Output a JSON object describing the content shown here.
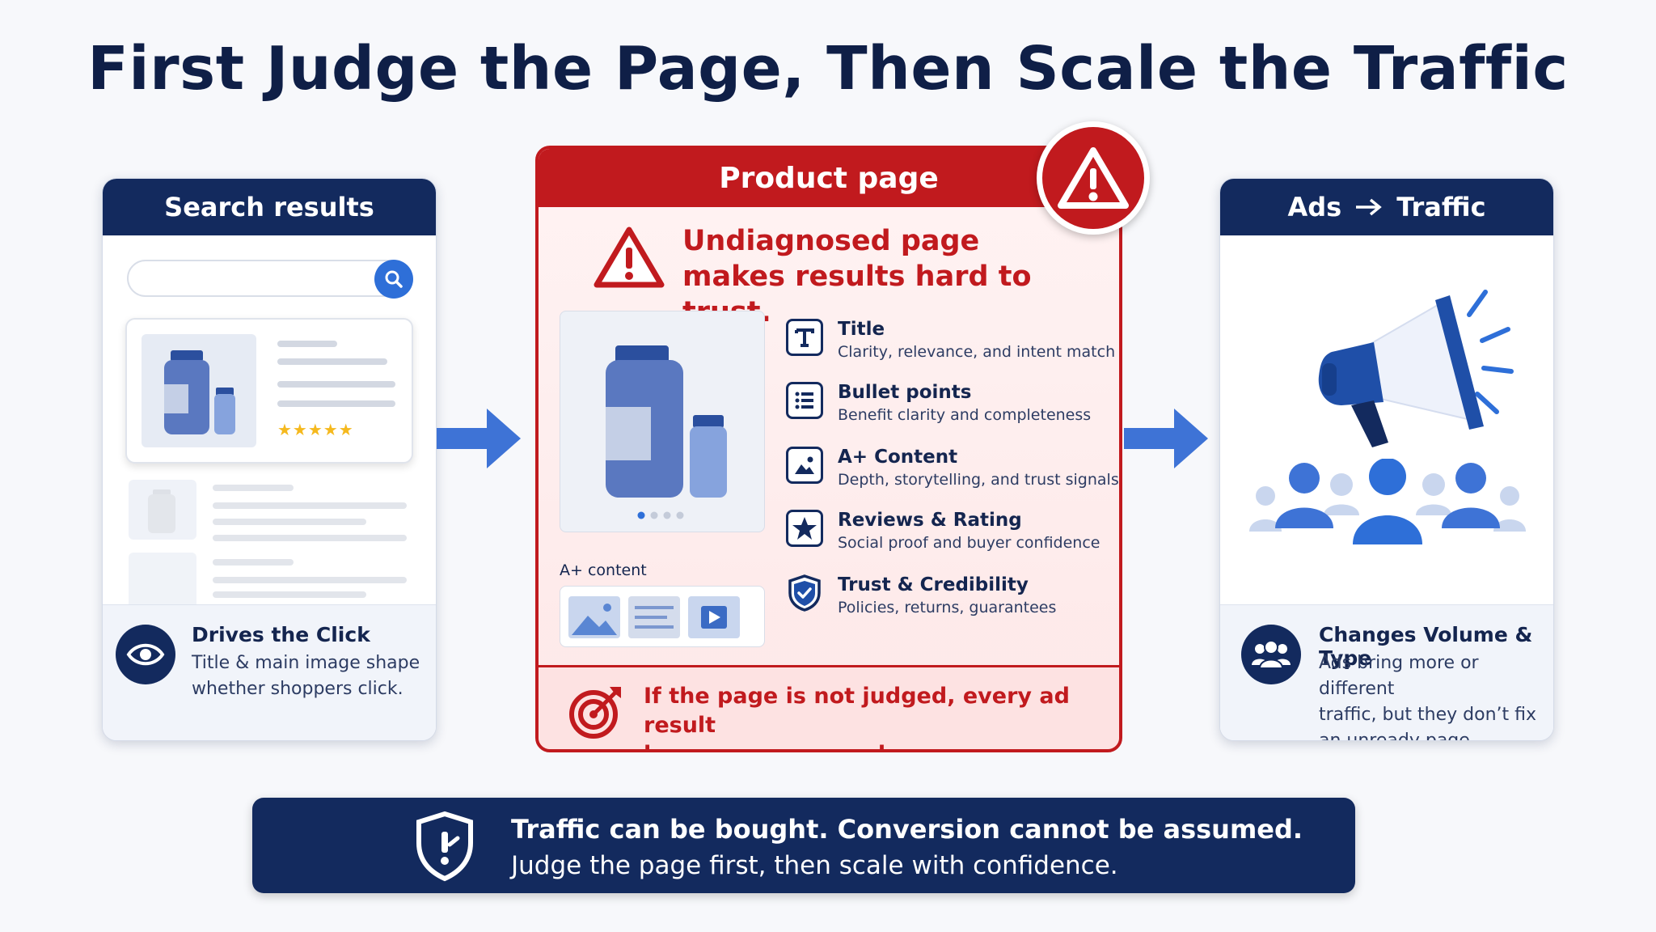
{
  "title": "First Judge the Page, Then Scale the Traffic",
  "search_card": {
    "header": "Search results",
    "stars": "★★★★★",
    "footer_title": "Drives the Click",
    "footer_text_line1": "Title & main image shape",
    "footer_text_line2": "whether shoppers click."
  },
  "product_card": {
    "header": "Product page",
    "warning_line1": "Undiagnosed page",
    "warning_line2": "makes results hard to trust.",
    "aplus_label": "A+ content",
    "checks": [
      {
        "title": "Title",
        "desc": "Clarity, relevance, and intent match",
        "icon": "text-t-icon"
      },
      {
        "title": "Bullet points",
        "desc": "Benefit clarity and completeness",
        "icon": "list-icon"
      },
      {
        "title": "A+ Content",
        "desc": "Depth, storytelling, and trust signals",
        "icon": "image-icon"
      },
      {
        "title": "Reviews & Rating",
        "desc": "Social proof and buyer confidence",
        "icon": "star-icon"
      },
      {
        "title": "Trust & Credibility",
        "desc": "Policies, returns, guarantees",
        "icon": "shield-check-icon"
      }
    ],
    "bottom_line1": "If the page is not judged, every ad result",
    "bottom_line2": "becomes guesswork."
  },
  "ads_card": {
    "header_left": "Ads",
    "header_right": "Traffic",
    "footer_title": "Changes Volume & Type",
    "footer_line1": "Ads bring more or different",
    "footer_line2": "traffic, but they don’t fix",
    "footer_line3": "an unready page."
  },
  "banner": {
    "bold": "Traffic can be bought. Conversion cannot be assumed.",
    "text": "Judge the page first, then scale with confidence."
  },
  "colors": {
    "navy": "#132a5e",
    "red": "#c11a1e",
    "blue": "#2e6fd8"
  }
}
